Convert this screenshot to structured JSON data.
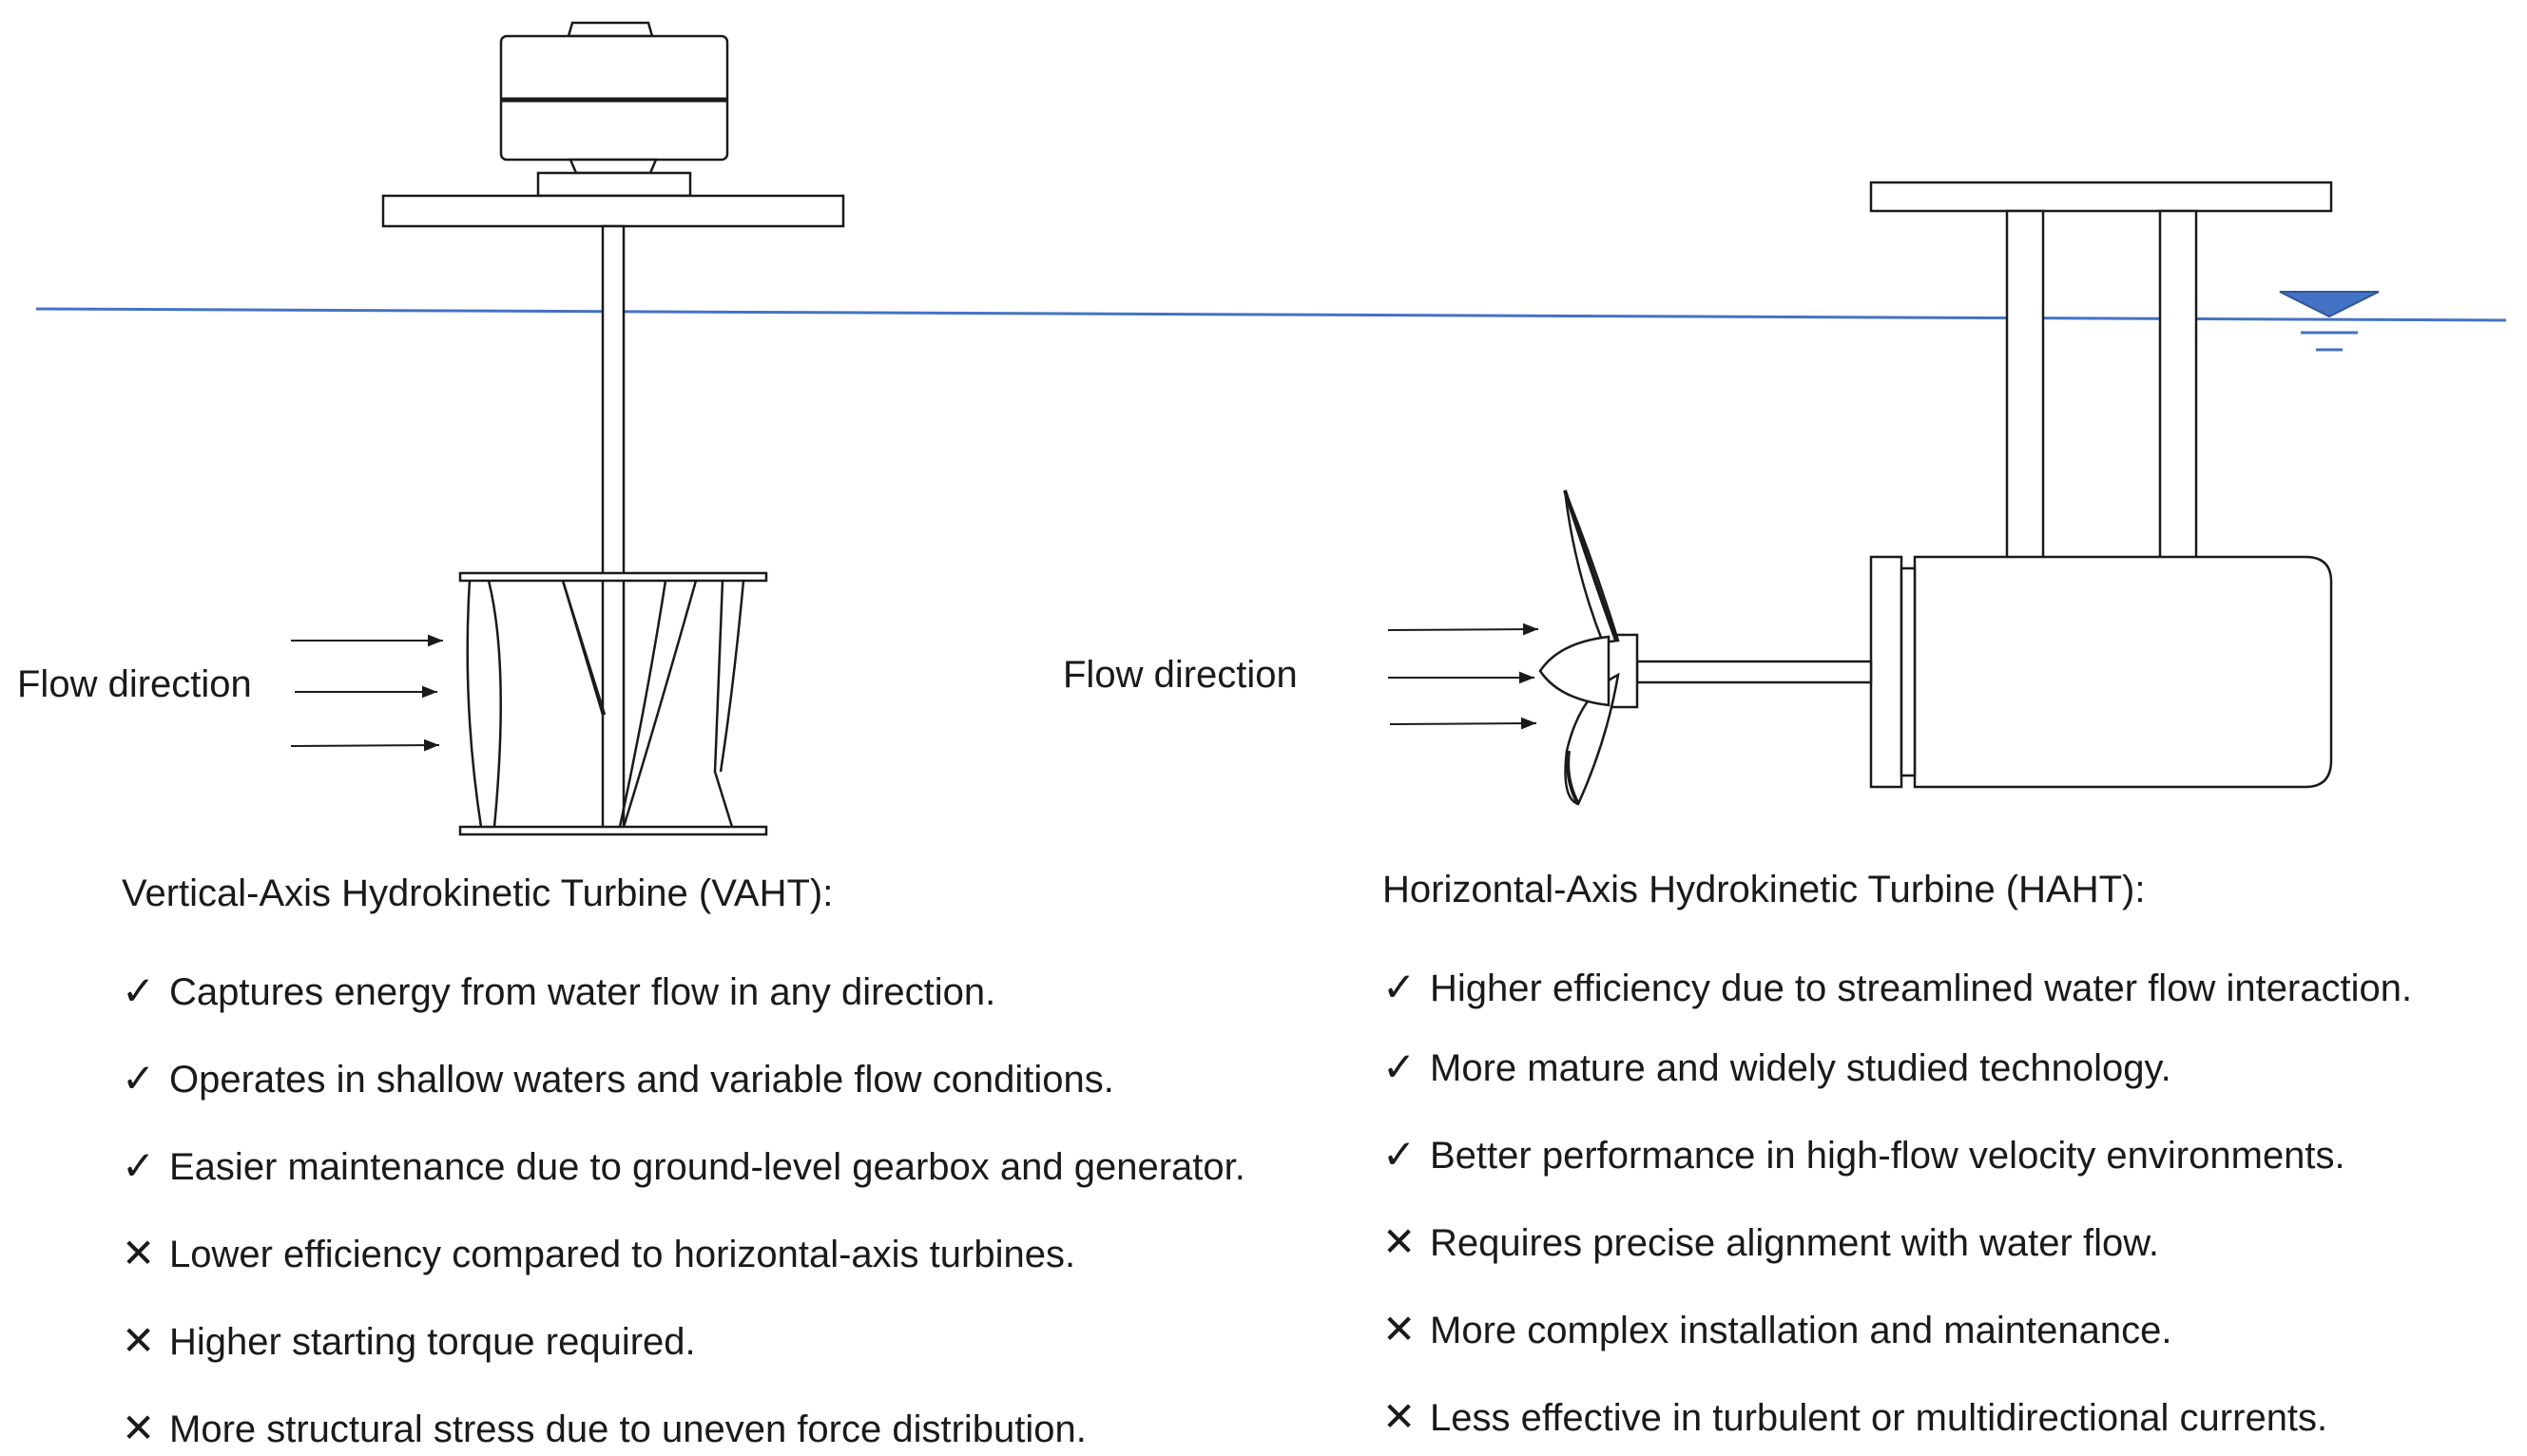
{
  "diagram": {
    "water_color": "#4472c4",
    "line_color": "#1a1a1a",
    "vaht_flow_label": "Flow direction",
    "haht_flow_label": "Flow direction"
  },
  "vaht": {
    "title": "Vertical-Axis Hydrokinetic Turbine (VAHT):",
    "items": [
      {
        "type": "pro",
        "mark": "✓",
        "text": "Captures energy from water flow in any direction."
      },
      {
        "type": "pro",
        "mark": "✓",
        "text": "Operates in shallow waters and variable flow conditions."
      },
      {
        "type": "pro",
        "mark": "✓",
        "text": "Easier maintenance due to ground-level gearbox and generator."
      },
      {
        "type": "con",
        "mark": "✕",
        "text": "Lower efficiency compared to horizontal-axis turbines."
      },
      {
        "type": "con",
        "mark": "✕",
        "text": "Higher starting torque required."
      },
      {
        "type": "con",
        "mark": "✕",
        "text": "More structural stress due to uneven force distribution."
      }
    ]
  },
  "haht": {
    "title": "Horizontal-Axis Hydrokinetic Turbine (HAHT):",
    "items": [
      {
        "type": "pro",
        "mark": "✓",
        "text": "Higher efficiency due to streamlined water flow interaction."
      },
      {
        "type": "pro",
        "mark": "✓",
        "text": "More mature and widely studied technology."
      },
      {
        "type": "pro",
        "mark": "✓",
        "text": "Better performance in high-flow velocity environments."
      },
      {
        "type": "con",
        "mark": "✕",
        "text": "Requires precise alignment with water flow."
      },
      {
        "type": "con",
        "mark": "✕",
        "text": "More complex installation and maintenance."
      },
      {
        "type": "con",
        "mark": "✕",
        "text": "Less effective in turbulent or multidirectional currents."
      }
    ]
  }
}
